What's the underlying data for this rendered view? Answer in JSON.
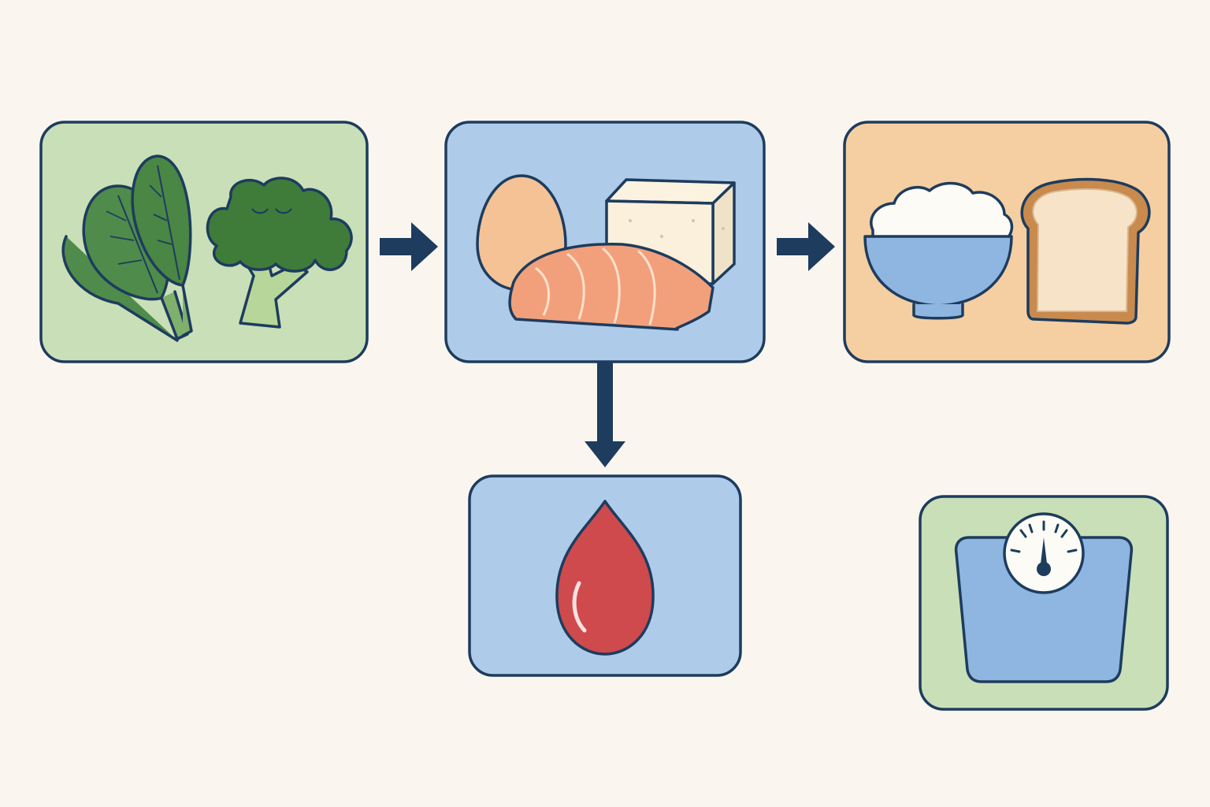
{
  "diagram": {
    "type": "food-pathway-flow",
    "nodes": [
      {
        "id": "vegetables",
        "icons": [
          "spinach-icon",
          "broccoli-icon"
        ],
        "fill": "#c9dfb7"
      },
      {
        "id": "protein",
        "icons": [
          "egg-icon",
          "tofu-icon",
          "salmon-icon"
        ],
        "fill": "#aecbea"
      },
      {
        "id": "carbohydrates",
        "icons": [
          "rice-bowl-icon",
          "bread-icon"
        ],
        "fill": "#f5cfa1"
      },
      {
        "id": "blood",
        "icons": [
          "blood-drop-icon"
        ],
        "fill": "#aecbea"
      },
      {
        "id": "body-weight",
        "icons": [
          "weighing-scale-icon"
        ],
        "fill": "#c9dfb7"
      }
    ],
    "edges": [
      {
        "from": "vegetables",
        "to": "protein"
      },
      {
        "from": "protein",
        "to": "carbohydrates"
      },
      {
        "from": "protein",
        "to": "blood"
      }
    ],
    "colors": {
      "outline": "#1d3c5e",
      "background": "#faf6ef",
      "arrow": "#1d3c5e"
    }
  }
}
